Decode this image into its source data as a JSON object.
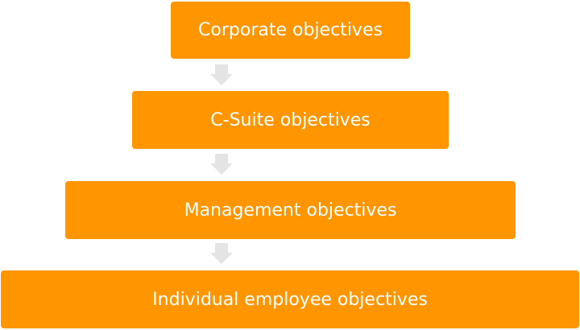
{
  "diagram": {
    "levels": [
      {
        "label": "Corporate objectives"
      },
      {
        "label": "C-Suite objectives"
      },
      {
        "label": "Management objectives"
      },
      {
        "label": "Individual employee objectives"
      }
    ],
    "colors": {
      "box_fill": "#FF9500",
      "box_text": "#FFFFFF",
      "arrow_fill": "#E4E4E4"
    },
    "connector_icon": "down-arrow-icon"
  }
}
